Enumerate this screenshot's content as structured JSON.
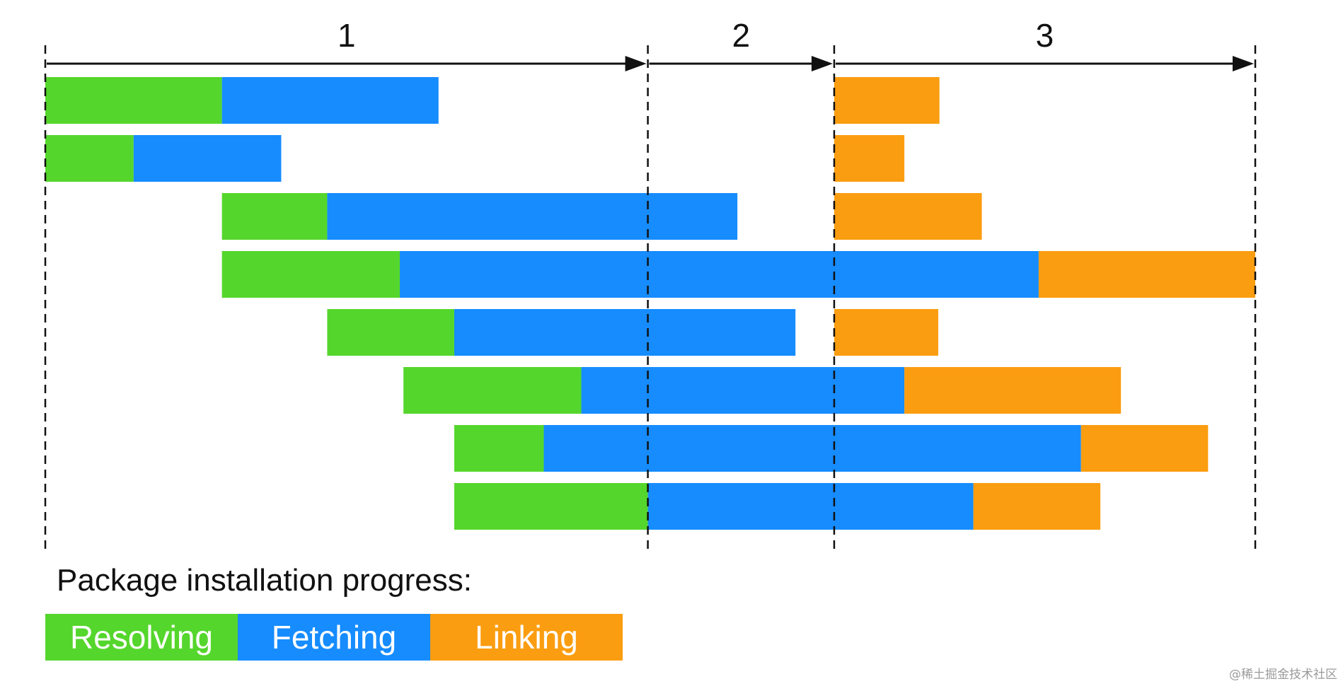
{
  "phases": [
    {
      "label": "1"
    },
    {
      "label": "2"
    },
    {
      "label": "3"
    }
  ],
  "colors": {
    "resolving": "#55d62c",
    "fetching": "#168cff",
    "linking": "#fb9d10",
    "line": "#111111"
  },
  "packages": [
    {
      "resolving": [
        0,
        0.146
      ],
      "fetching": [
        0.146,
        0.325
      ],
      "linking": [
        0.652,
        0.739
      ]
    },
    {
      "resolving": [
        0,
        0.073
      ],
      "fetching": [
        0.073,
        0.195
      ],
      "linking": [
        0.652,
        0.71
      ]
    },
    {
      "resolving": [
        0.146,
        0.233
      ],
      "fetching": [
        0.233,
        0.572
      ],
      "linking": [
        0.652,
        0.774
      ]
    },
    {
      "resolving": [
        0.146,
        0.293
      ],
      "fetching": [
        0.293,
        0.821
      ],
      "linking": [
        0.821,
        1.0
      ]
    },
    {
      "resolving": [
        0.233,
        0.338
      ],
      "fetching": [
        0.338,
        0.62
      ],
      "linking": [
        0.652,
        0.738
      ]
    },
    {
      "resolving": [
        0.296,
        0.443
      ],
      "fetching": [
        0.443,
        0.71
      ],
      "linking": [
        0.71,
        0.889
      ]
    },
    {
      "resolving": [
        0.338,
        0.412
      ],
      "fetching": [
        0.412,
        0.856
      ],
      "linking": [
        0.856,
        0.961
      ]
    },
    {
      "resolving": [
        0.338,
        0.498
      ],
      "fetching": [
        0.498,
        0.767
      ],
      "linking": [
        0.767,
        0.872
      ]
    }
  ],
  "phase_boundaries": [
    0,
    0.498,
    0.652,
    1.0
  ],
  "legend": {
    "title": "Package installation progress:",
    "items": [
      {
        "key": "resolving",
        "label": "Resolving"
      },
      {
        "key": "fetching",
        "label": "Fetching"
      },
      {
        "key": "linking",
        "label": "Linking"
      }
    ]
  },
  "watermark": "@稀土掘金技术社区"
}
